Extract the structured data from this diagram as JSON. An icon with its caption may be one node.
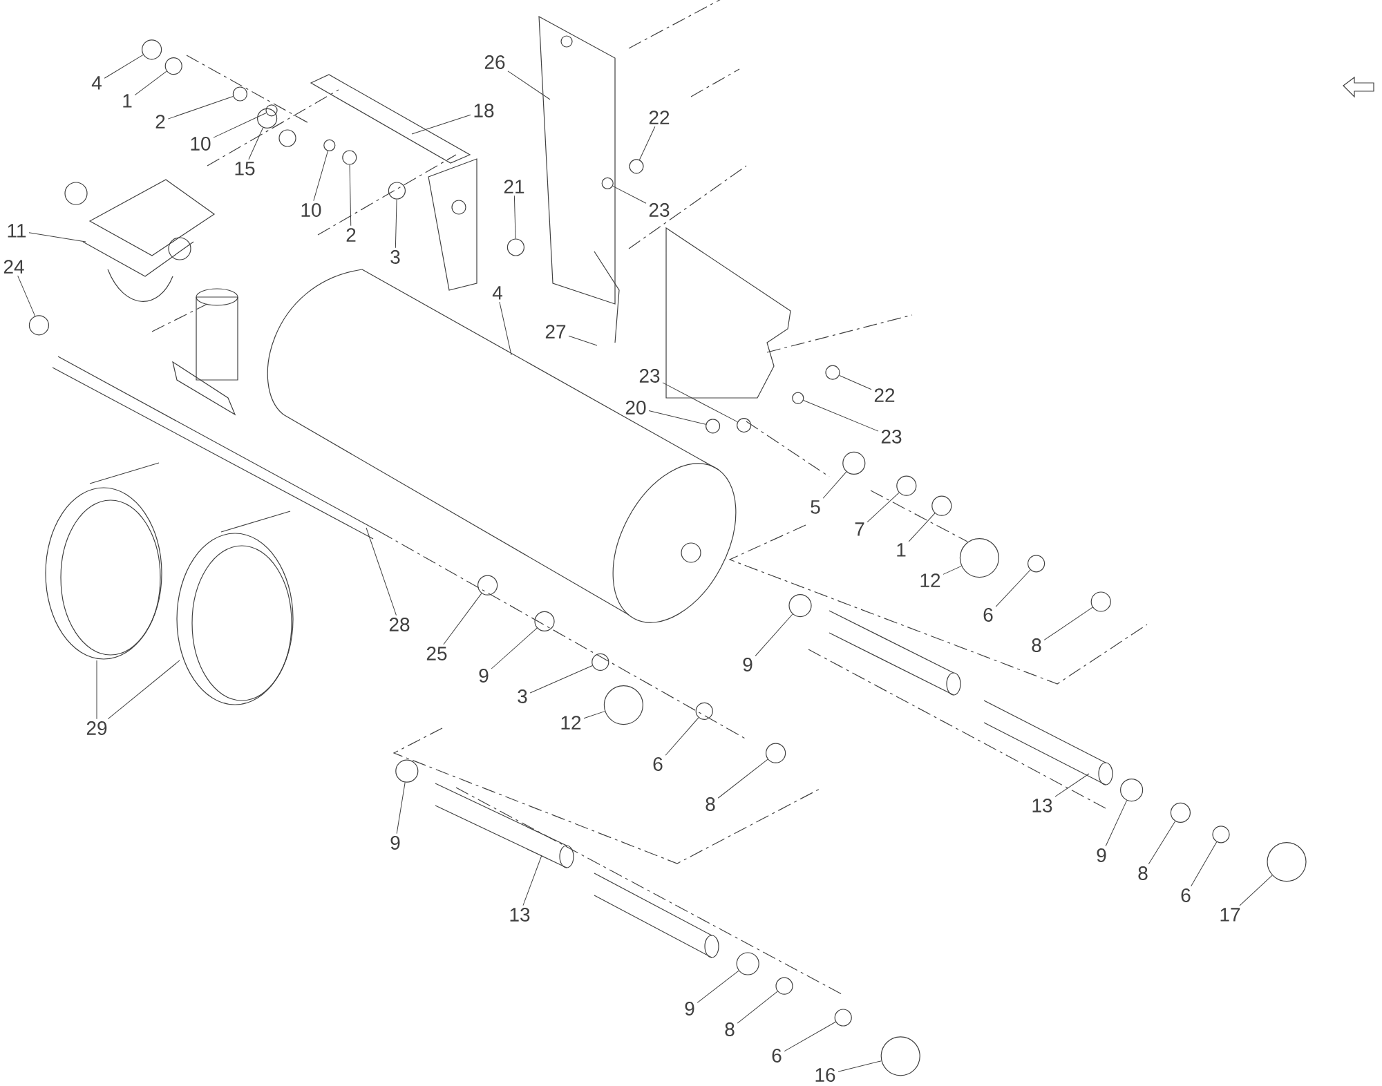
{
  "diagram": {
    "nodes": [
      {
        "text": [
          "4"
        ]
      },
      {
        "text": [
          "1"
        ]
      },
      {
        "text": [
          "2"
        ]
      },
      {
        "text": [
          "10"
        ]
      },
      {
        "text": [
          "15"
        ]
      },
      {
        "text": [
          "10"
        ]
      },
      {
        "text": [
          "2"
        ]
      },
      {
        "text": [
          "3"
        ]
      },
      {
        "text": [
          "26"
        ]
      },
      {
        "text": [
          "18"
        ]
      },
      {
        "text": [
          "22"
        ]
      },
      {
        "text": [
          "23"
        ]
      },
      {
        "text": [
          "21"
        ]
      },
      {
        "text": [
          "11"
        ]
      },
      {
        "text": [
          "24"
        ]
      },
      {
        "text": [
          "4"
        ]
      },
      {
        "text": [
          "27"
        ]
      },
      {
        "text": [
          "23"
        ]
      },
      {
        "text": [
          "20"
        ]
      },
      {
        "text": [
          "22"
        ]
      },
      {
        "text": [
          "23"
        ]
      },
      {
        "text": [
          "5"
        ]
      },
      {
        "text": [
          "7"
        ]
      },
      {
        "text": [
          "1"
        ]
      },
      {
        "text": [
          "12"
        ]
      },
      {
        "text": [
          "6"
        ]
      },
      {
        "text": [
          "8"
        ]
      },
      {
        "text": [
          "9"
        ]
      },
      {
        "text": [
          "28"
        ]
      },
      {
        "text": [
          "25"
        ]
      },
      {
        "text": [
          "9"
        ]
      },
      {
        "text": [
          "3"
        ]
      },
      {
        "text": [
          "12"
        ]
      },
      {
        "text": [
          "6"
        ]
      },
      {
        "text": [
          "8"
        ]
      },
      {
        "text": [
          "13"
        ]
      },
      {
        "text": [
          "9"
        ]
      },
      {
        "text": [
          "8"
        ]
      },
      {
        "text": [
          "6"
        ]
      },
      {
        "text": [
          "17"
        ]
      },
      {
        "text": [
          "29"
        ]
      },
      {
        "text": [
          "9"
        ]
      },
      {
        "text": [
          "13"
        ]
      },
      {
        "text": [
          "9"
        ]
      },
      {
        "text": [
          "8"
        ]
      },
      {
        "text": [
          "6"
        ]
      },
      {
        "text": [
          "16"
        ]
      },
      {
        "text": [],
        "shape": "circle"
      },
      {
        "text": [],
        "shape": "circle"
      },
      {
        "text": [],
        "shape": "circle"
      },
      {
        "text": [],
        "shape": "circle"
      },
      {
        "text": [],
        "shape": "circle"
      },
      {
        "text": [],
        "shape": "circle"
      },
      {
        "text": [],
        "shape": "circle"
      },
      {
        "text": [],
        "shape": "circle"
      },
      {
        "text": [],
        "shape": "circle"
      },
      {
        "text": [],
        "shape": "circle"
      },
      {
        "text": [],
        "shape": "circle"
      },
      {
        "text": [],
        "shape": "circle"
      },
      {
        "text": [],
        "shape": "circle"
      },
      {
        "text": [],
        "shape": "circle"
      },
      {
        "text": [],
        "shape": "circle"
      },
      {
        "text": [],
        "shape": "circle"
      },
      {
        "text": [],
        "shape": "circle"
      },
      {
        "text": [],
        "shape": "circle"
      },
      {
        "text": [],
        "shape": "circle"
      },
      {
        "text": [],
        "shape": "circle"
      },
      {
        "text": [],
        "shape": "circle"
      },
      {
        "text": [],
        "shape": "circle"
      },
      {
        "text": [],
        "shape": "circle"
      },
      {
        "text": [],
        "shape": "circle"
      },
      {
        "text": [],
        "shape": "circle"
      },
      {
        "text": [],
        "shape": "circle"
      },
      {
        "text": [],
        "shape": "circle"
      },
      {
        "text": [],
        "shape": "circle"
      },
      {
        "text": [],
        "shape": "circle"
      },
      {
        "text": [],
        "shape": "circle"
      },
      {
        "text": [],
        "shape": "circle"
      },
      {
        "text": [],
        "shape": "circle"
      },
      {
        "text": [],
        "shape": "circle"
      },
      {
        "text": [],
        "shape": "circle"
      },
      {
        "text": [],
        "shape": "circle"
      },
      {
        "text": [],
        "shape": "circle"
      },
      {
        "text": [],
        "shape": "circle"
      },
      {
        "text": [],
        "shape": "circle"
      }
    ],
    "edges": [
      {
        "from": 0,
        "to": 47,
        "arrow": "none"
      },
      {
        "from": 1,
        "to": 48,
        "arrow": "none"
      },
      {
        "from": 2,
        "to": 49,
        "arrow": "none"
      },
      {
        "from": 3,
        "to": 50,
        "arrow": "none"
      },
      {
        "from": 4,
        "to": 51,
        "arrow": "none"
      },
      {
        "from": 5,
        "to": 52,
        "arrow": "none"
      },
      {
        "from": 6,
        "to": 53,
        "arrow": "none"
      },
      {
        "from": 7,
        "to": 54,
        "arrow": "none"
      },
      {
        "from": 8,
        "to": null,
        "arrow": "none"
      },
      {
        "from": 9,
        "to": null,
        "arrow": "none"
      },
      {
        "from": 10,
        "to": 55,
        "arrow": "none"
      },
      {
        "from": 11,
        "to": 56,
        "arrow": "none"
      },
      {
        "from": 12,
        "to": 57,
        "arrow": "none"
      },
      {
        "from": 13,
        "to": null,
        "arrow": "none"
      },
      {
        "from": 14,
        "to": 58,
        "arrow": "none"
      },
      {
        "from": 15,
        "to": null,
        "arrow": "none"
      },
      {
        "from": 16,
        "to": null,
        "arrow": "none"
      },
      {
        "from": 17,
        "to": 59,
        "arrow": "none"
      },
      {
        "from": 18,
        "to": 60,
        "arrow": "none"
      },
      {
        "from": 19,
        "to": 61,
        "arrow": "none"
      },
      {
        "from": 20,
        "to": 62,
        "arrow": "none"
      },
      {
        "from": 21,
        "to": 63,
        "arrow": "none"
      },
      {
        "from": 22,
        "to": 64,
        "arrow": "none"
      },
      {
        "from": 23,
        "to": 65,
        "arrow": "none"
      },
      {
        "from": 24,
        "to": 66,
        "arrow": "none"
      },
      {
        "from": 25,
        "to": 67,
        "arrow": "none"
      },
      {
        "from": 26,
        "to": 68,
        "arrow": "none"
      },
      {
        "from": 27,
        "to": 69,
        "arrow": "none"
      },
      {
        "from": 28,
        "to": null,
        "arrow": "none"
      },
      {
        "from": 29,
        "to": 70,
        "arrow": "none"
      },
      {
        "from": 30,
        "to": 71,
        "arrow": "none"
      },
      {
        "from": 31,
        "to": 72,
        "arrow": "none"
      },
      {
        "from": 32,
        "to": 73,
        "arrow": "none"
      },
      {
        "from": 33,
        "to": 74,
        "arrow": "none"
      },
      {
        "from": 34,
        "to": 75,
        "arrow": "none"
      },
      {
        "from": 35,
        "to": null,
        "arrow": "none"
      },
      {
        "from": 36,
        "to": 76,
        "arrow": "none"
      },
      {
        "from": 37,
        "to": 77,
        "arrow": "none"
      },
      {
        "from": 38,
        "to": 78,
        "arrow": "none"
      },
      {
        "from": 39,
        "to": 79,
        "arrow": "none"
      },
      {
        "from": 40,
        "to": null,
        "arrow": "none"
      },
      {
        "from": 40,
        "to": null,
        "arrow": "none"
      },
      {
        "from": 41,
        "to": 80,
        "arrow": "none"
      },
      {
        "from": 42,
        "to": null,
        "arrow": "none"
      },
      {
        "from": 43,
        "to": 81,
        "arrow": "none"
      },
      {
        "from": 44,
        "to": 82,
        "arrow": "none"
      },
      {
        "from": 45,
        "to": 83,
        "arrow": "none"
      },
      {
        "from": 46,
        "to": 84,
        "arrow": "none"
      }
    ]
  }
}
